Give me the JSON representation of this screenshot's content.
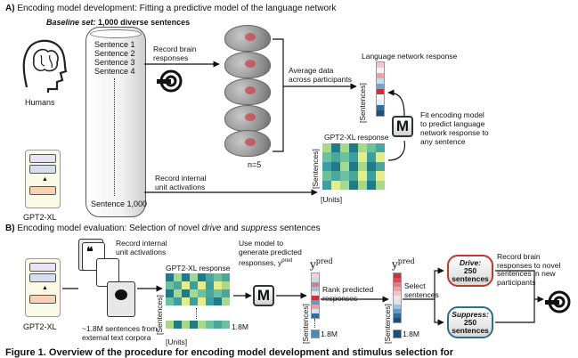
{
  "panel_a": {
    "letter": "A)",
    "title": "Encoding model development: Fitting a predictive model of the language network",
    "baseline_prefix": "Baseline set:",
    "baseline_rest": "1,000 diverse sentences",
    "sentences": [
      "Sentence 1",
      "Sentence 2",
      "Sentence 3",
      "Sentence 4"
    ],
    "sentence_last": "Sentence 1,000",
    "humans_label": "Humans",
    "gpt_label": "GPT2-XL",
    "record_brain": "Record brain\nresponses",
    "record_internal": "Record internal\nunit activations",
    "average_data": "Average data\nacross participants",
    "n_label": "n=5",
    "lang_response_label": "Language network response",
    "sentences_axis": "[Sentences]",
    "gpt_response_label": "GPT2-XL response",
    "units_axis": "[Units]",
    "m_label": "M",
    "fit_model": "Fit encoding model\nto predict language\nnetwork response to\nany sentence"
  },
  "panel_b": {
    "letter": "B)",
    "title_pre": "Encoding model evaluation: Selection of novel ",
    "title_drive": "drive",
    "title_mid": " and ",
    "title_suppress": "suppress",
    "title_post": " sentences",
    "gpt_label": "GPT2-XL",
    "record_internal": "Record internal\nunit activations",
    "corpora": "~1.8M sentences from\nexternal text corpora",
    "gpt_response_label": "GPT2-XL response",
    "sentences_axis": "[Sentences]",
    "units_axis": "[Units]",
    "count_18m": "1.8M",
    "use_model": "Use model to\ngenerate predicted\nresponses, y",
    "m_label": "M",
    "ypred_base": "y",
    "ypred_sup": "pred",
    "rank": "Rank predicted\nresponses",
    "select": "Select\nsentences",
    "drive_label": "Drive:",
    "drive_count": "250\nsentences",
    "suppress_label": "Suppress:",
    "suppress_count": "250\nsentences",
    "record_novel": "Record brain\nresponses to novel\nsentences in new\nparticipants"
  },
  "figure_caption": "Figure 1. Overview of the procedure for encoding model development and stimulus selection for",
  "colors": {
    "drive_border": "#c0392b",
    "suppress_border": "#2e6f8e",
    "arrow": "#111111"
  },
  "heat_palette": [
    "#1f7a8c",
    "#3a9ea5",
    "#6cc0a0",
    "#a8d98b",
    "#e3ee8a",
    "#4aa79c"
  ],
  "lang_column": [
    "#f4c6cb",
    "#f2f2f2",
    "#e9a1aa",
    "#c9dbe8",
    "#6fa6c9",
    "#cf2f3c",
    "#ffffff",
    "#e7edf3",
    "#2e6ea0",
    "#1c4f7c"
  ],
  "ypred_column": [
    "#f0d5d8",
    "#c9dbe8",
    "#e07b87",
    "#9ec2dd",
    "#f5e4e6",
    "#cf2f3c",
    "#5f9bc4",
    "#e9a1aa",
    "#d4e3ef",
    "#2e6ea0"
  ],
  "ranked_column": [
    "#cf2f3c",
    "#d84a55",
    "#e07b87",
    "#e9a1aa",
    "#f0c5ca",
    "#f5e4e6",
    "#d4e3ef",
    "#9ec2dd",
    "#5f9bc4",
    "#2e6ea0",
    "#1c4f7c"
  ]
}
